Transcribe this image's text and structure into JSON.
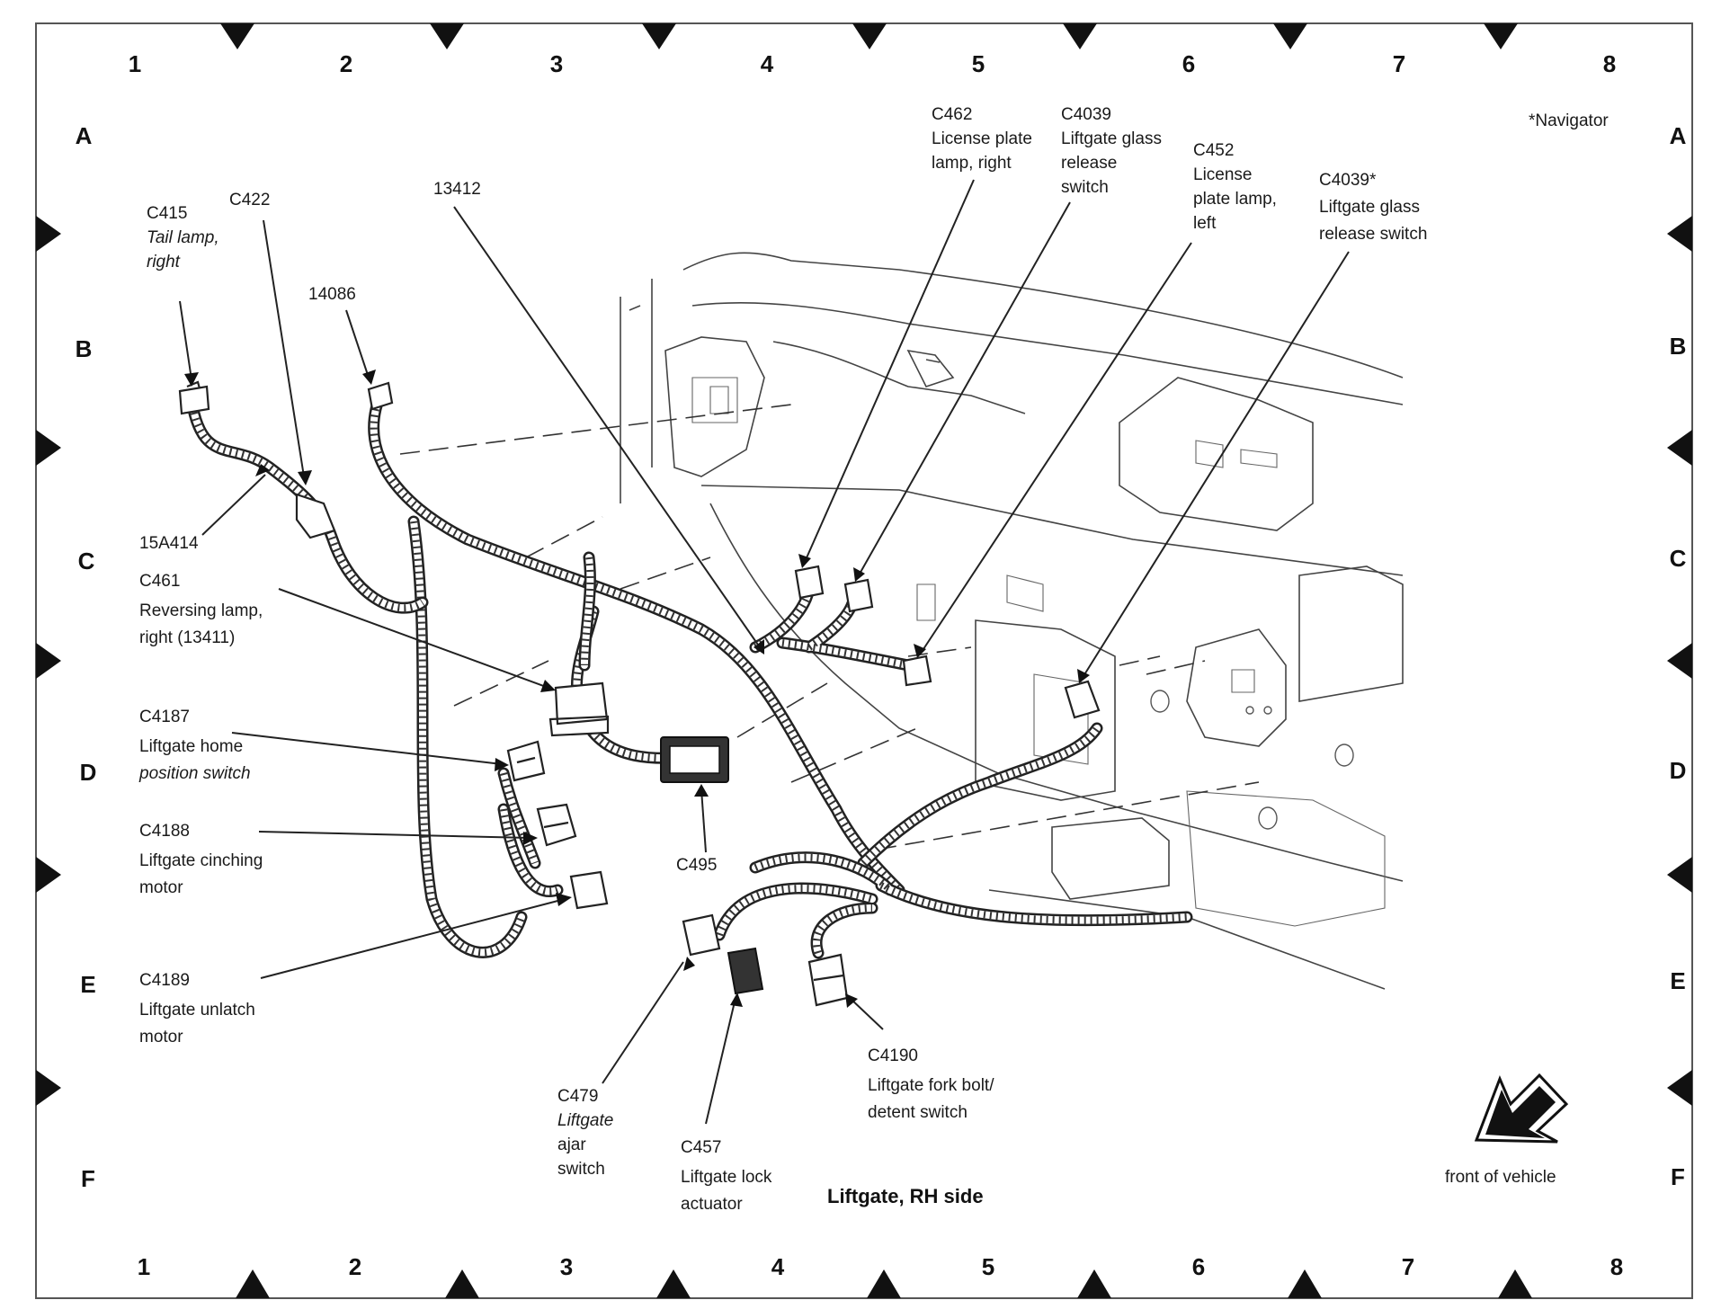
{
  "grid": {
    "columns": [
      "1",
      "2",
      "3",
      "4",
      "5",
      "6",
      "7",
      "8"
    ],
    "rows": [
      "A",
      "B",
      "C",
      "D",
      "E",
      "F"
    ]
  },
  "title": "Liftgate, RH side",
  "note": "*Navigator",
  "front_label": "front of vehicle",
  "callouts": {
    "c415": [
      "C415",
      "Tail lamp,",
      "right"
    ],
    "c422": [
      "C422"
    ],
    "n14086": [
      "14086"
    ],
    "n13412": [
      "13412"
    ],
    "c462": [
      "C462",
      "License plate",
      "lamp, right"
    ],
    "c4039": [
      "C4039",
      "Liftgate glass",
      "release",
      "switch"
    ],
    "c452": [
      "C452",
      "License",
      "plate lamp,",
      "left"
    ],
    "c4039n": [
      "C4039*",
      "Liftgate glass",
      "release switch"
    ],
    "n15a414": [
      "15A414"
    ],
    "c461": [
      "C461",
      "Reversing lamp,",
      "right (13411)"
    ],
    "c4187": [
      "C4187",
      "Liftgate home",
      "position switch"
    ],
    "c4188": [
      "C4188",
      "Liftgate cinching",
      "motor"
    ],
    "c4189": [
      "C4189",
      "Liftgate unlatch",
      "motor"
    ],
    "c495": [
      "C495"
    ],
    "c479": [
      "C479",
      "Liftgate",
      "ajar",
      "switch"
    ],
    "c457": [
      "C457",
      "Liftgate lock",
      "actuator"
    ],
    "c4190": [
      "C4190",
      "Liftgate fork bolt/",
      "detent switch"
    ]
  }
}
